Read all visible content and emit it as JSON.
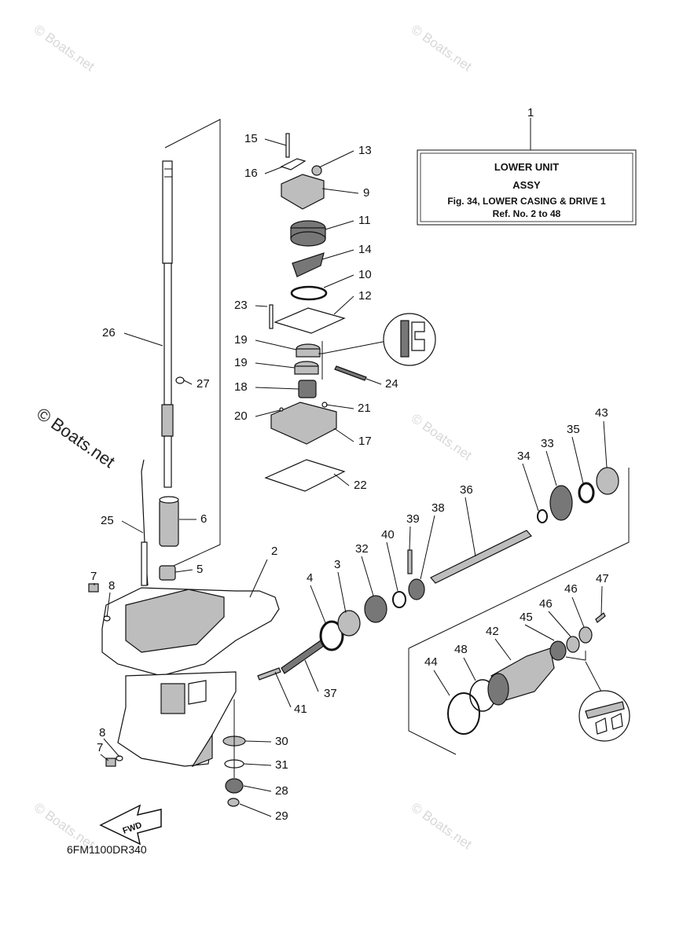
{
  "watermark_text": "© Boats.net",
  "info_box": {
    "callout": "1",
    "line1": "LOWER UNIT",
    "line2": "ASSY",
    "line3": "Fig. 34, LOWER CASING & DRIVE 1",
    "line4": "Ref. No. 2 to 48"
  },
  "drawing_code": "6FM1100DR340",
  "direction_label": "FWD",
  "callouts": [
    "2",
    "3",
    "4",
    "5",
    "6",
    "7",
    "7",
    "8",
    "8",
    "9",
    "10",
    "11",
    "12",
    "13",
    "14",
    "15",
    "16",
    "17",
    "18",
    "19",
    "19",
    "20",
    "21",
    "22",
    "23",
    "24",
    "25",
    "26",
    "27",
    "28",
    "29",
    "30",
    "31",
    "32",
    "33",
    "34",
    "35",
    "36",
    "37",
    "38",
    "39",
    "40",
    "41",
    "42",
    "43",
    "44",
    "45",
    "46",
    "46",
    "47",
    "48"
  ]
}
